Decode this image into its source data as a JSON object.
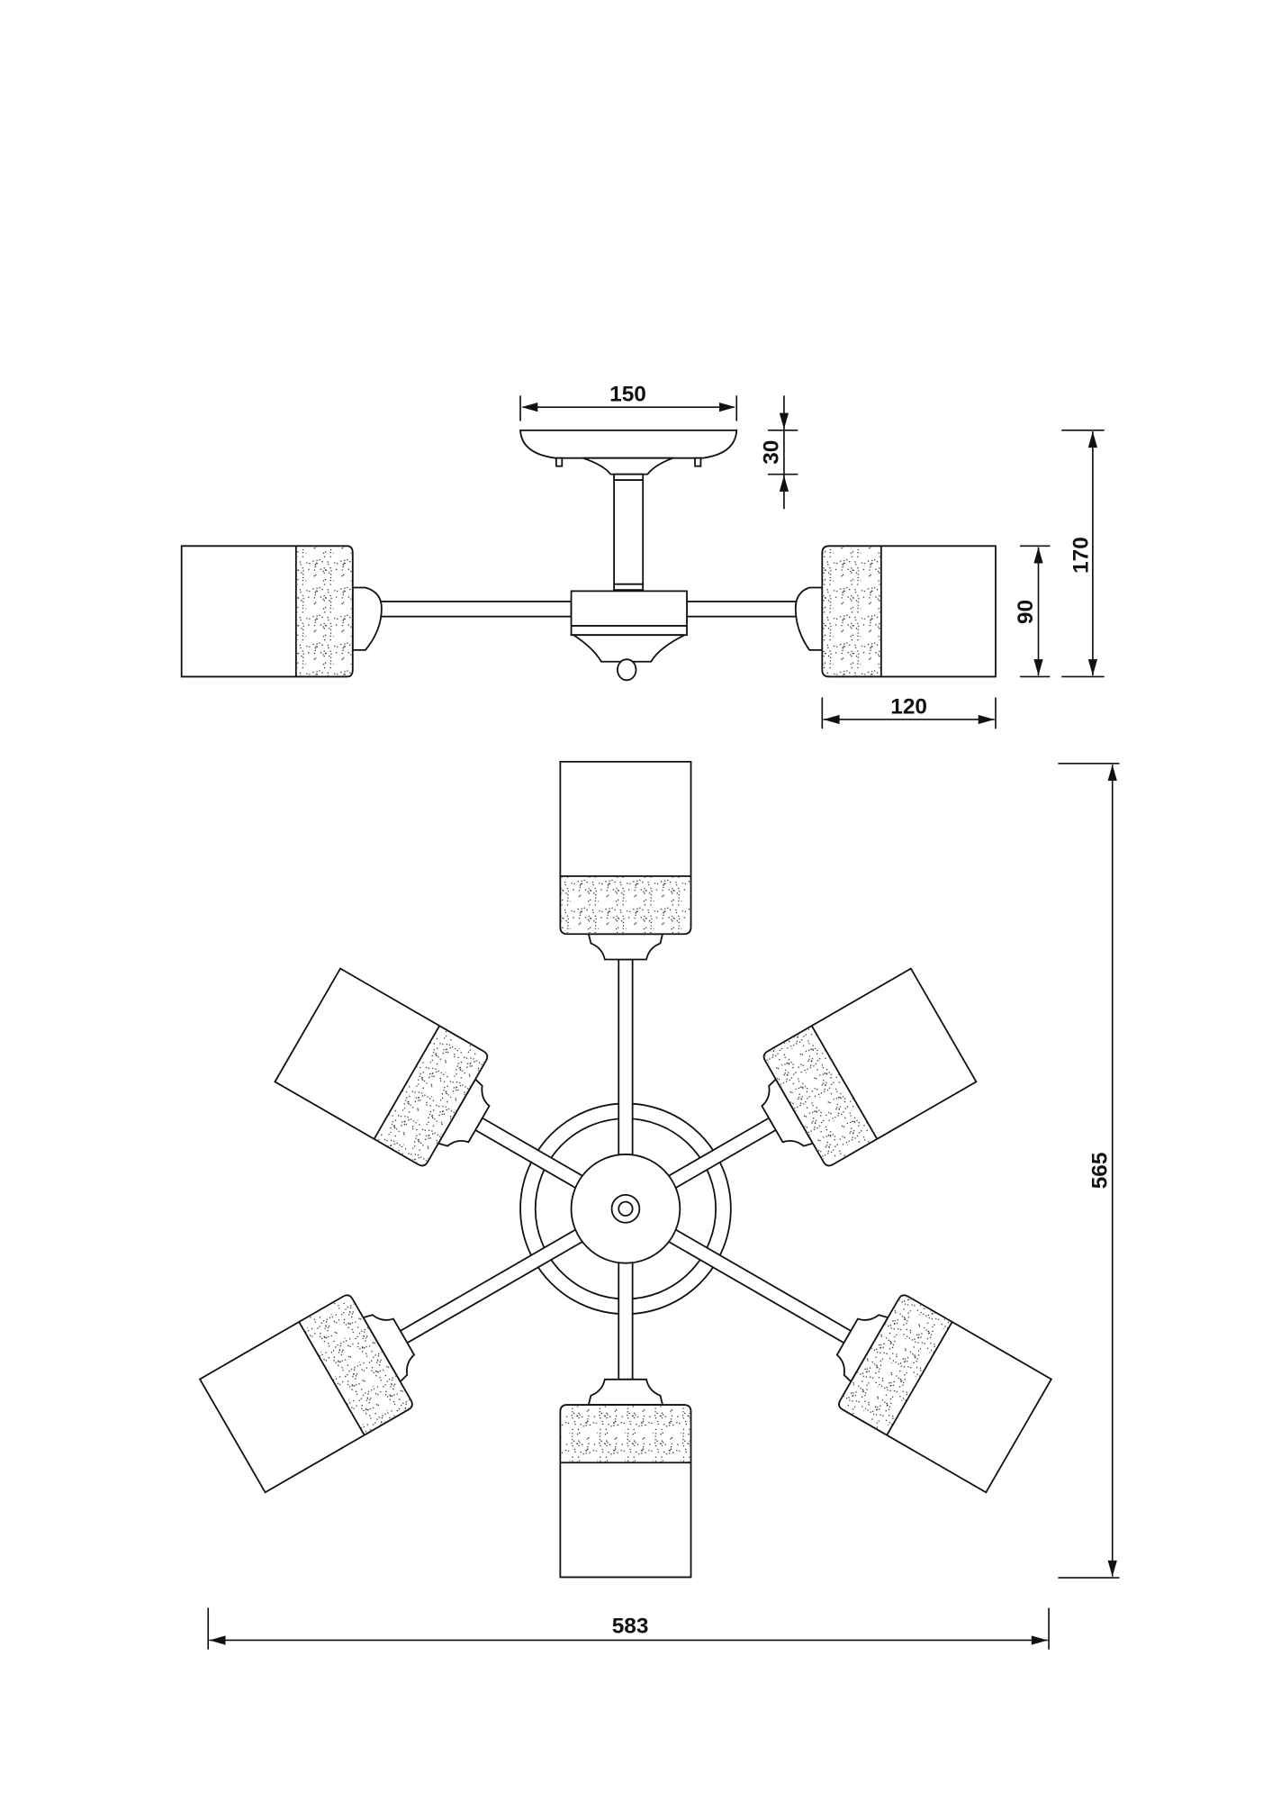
{
  "drawing": {
    "side_view": {
      "dimensions": {
        "canopy_width": "150",
        "canopy_height": "30",
        "total_height": "170",
        "shade_height": "90",
        "shade_length": "120"
      }
    },
    "top_view": {
      "dimensions": {
        "overall_depth": "565",
        "overall_width": "583"
      },
      "shade_count": 6
    },
    "colors": {
      "line": "#111111",
      "background": "#ffffff"
    }
  }
}
